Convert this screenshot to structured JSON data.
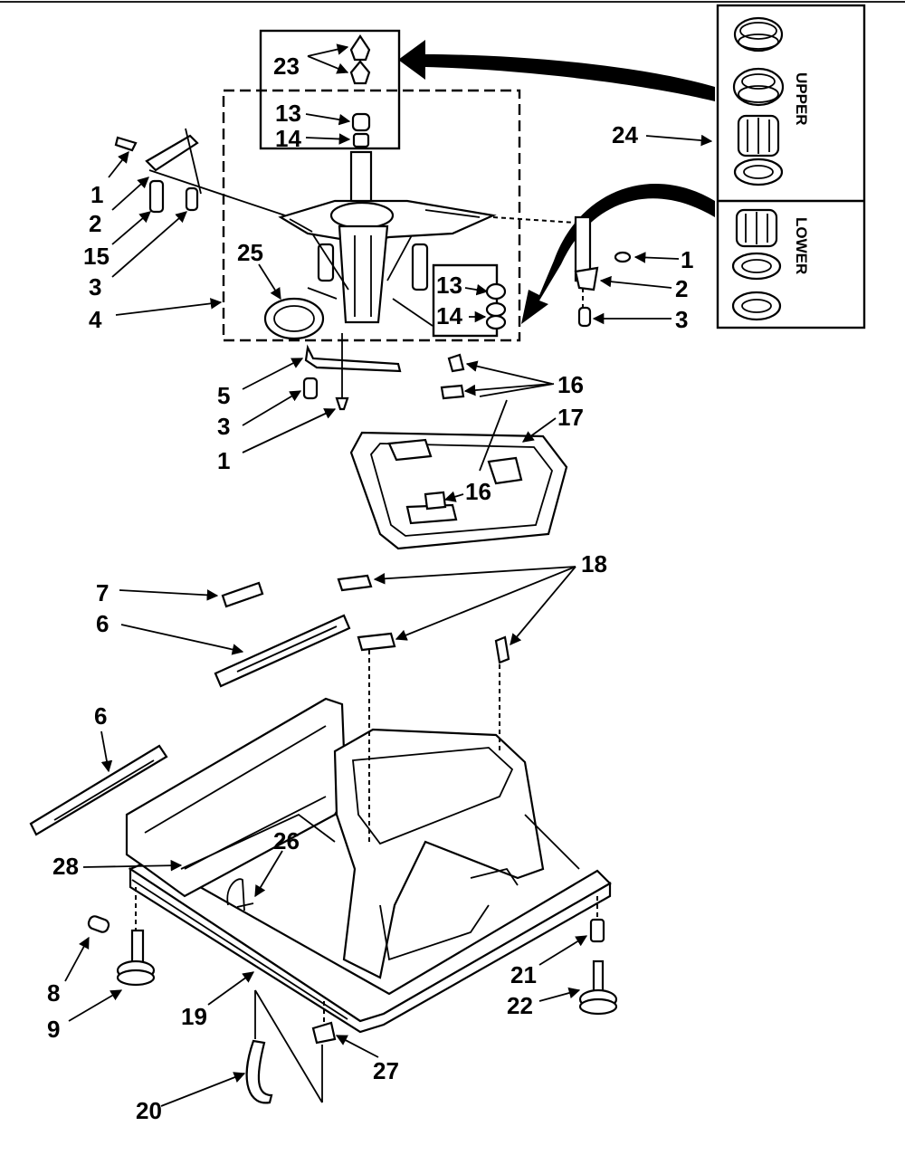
{
  "callouts": {
    "c23": "23",
    "c13a": "13",
    "c14a": "14",
    "c24": "24",
    "c1a": "1",
    "c2a": "2",
    "c15": "15",
    "c3a": "3",
    "c4": "4",
    "c25": "25",
    "c1b": "1",
    "c2b": "2",
    "c3b": "3",
    "c13b": "13",
    "c14b": "14",
    "c5": "5",
    "c3c": "3",
    "c1c": "1",
    "c16a": "16",
    "c17": "17",
    "c16b": "16",
    "c18": "18",
    "c7": "7",
    "c6a": "6",
    "c6b": "6",
    "c28": "28",
    "c26": "26",
    "c8": "8",
    "c9": "9",
    "c19": "19",
    "c20": "20",
    "c27": "27",
    "c21": "21",
    "c22": "22"
  },
  "kit_labels": {
    "upper": "UPPER",
    "lower": "LOWER"
  }
}
